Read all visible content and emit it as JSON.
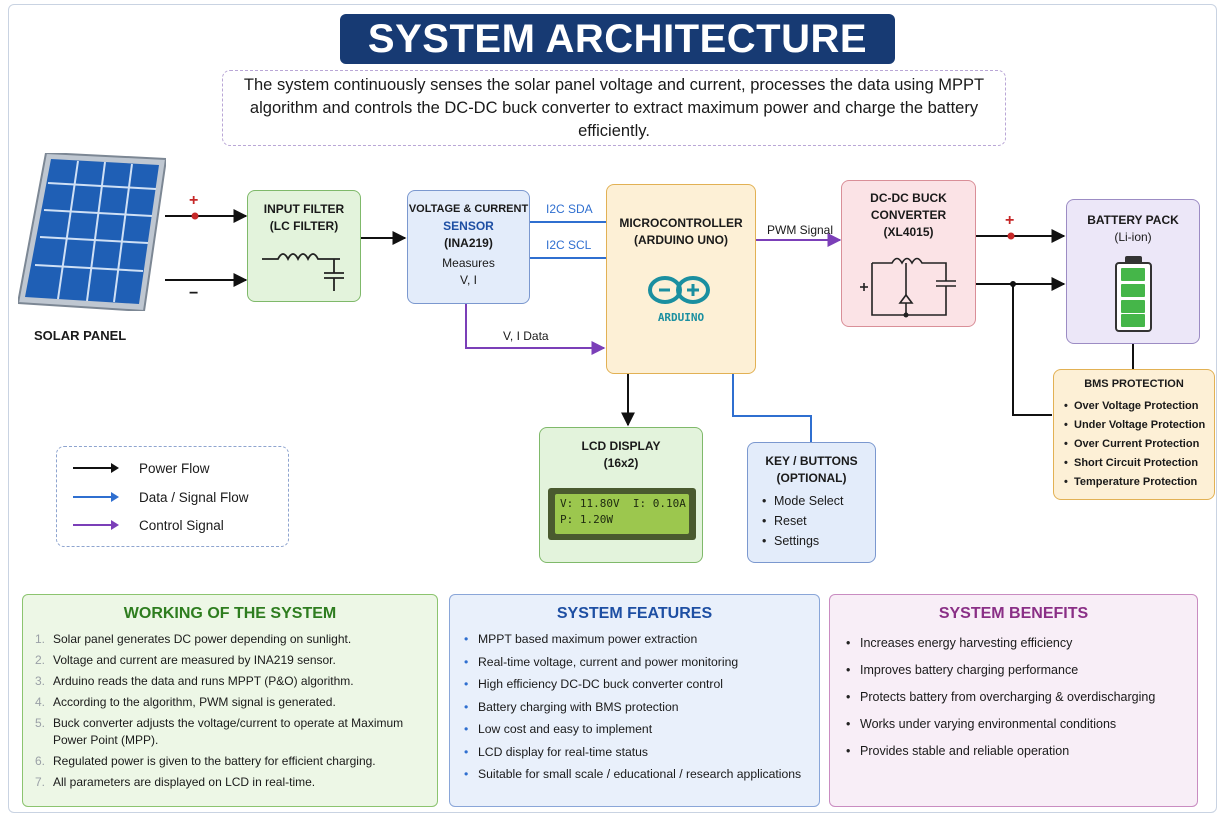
{
  "title": "SYSTEM ARCHITECTURE",
  "description": "The system continuously senses the solar panel voltage and current, processes the data using MPPT algorithm and controls the DC-DC buck converter to extract maximum power and charge the battery efficiently.",
  "solar_panel": {
    "label": "SOLAR PANEL",
    "plus": "+",
    "minus": "−"
  },
  "input_filter": {
    "line1": "INPUT FILTER",
    "line2": "(LC FILTER)"
  },
  "sensor": {
    "line1": "VOLTAGE & CURRENT",
    "line2": "SENSOR",
    "line3": "(INA219)",
    "measures": "Measures",
    "vi": "V, I"
  },
  "signals": {
    "sda": "I2C SDA",
    "scl": "I2C SCL",
    "vi_data": "V, I Data",
    "pwm": "PWM Signal"
  },
  "microcontroller": {
    "line1": "MICROCONTROLLER",
    "line2": "(ARDUINO UNO)",
    "logo_text": "ARDUINO"
  },
  "buck": {
    "line1": "DC-DC BUCK",
    "line2": "CONVERTER",
    "line3": "(XL4015)",
    "plus": "+"
  },
  "battery": {
    "line1": "BATTERY PACK",
    "line2": "(Li-ion)"
  },
  "bms": {
    "title": "BMS PROTECTION",
    "items": [
      "Over Voltage Protection",
      "Under Voltage Protection",
      "Over Current Protection",
      "Short Circuit Protection",
      "Temperature Protection"
    ]
  },
  "lcd": {
    "line1": "LCD DISPLAY",
    "line2": "(16x2)",
    "screen_line1": "V: 11.80V  I: 0.10A",
    "screen_line2": "P: 1.20W"
  },
  "keys": {
    "line1": "KEY / BUTTONS",
    "line2": "(OPTIONAL)",
    "items": [
      "Mode Select",
      "Reset",
      "Settings"
    ]
  },
  "legend": {
    "items": [
      {
        "label": "Power Flow",
        "color": "#111111"
      },
      {
        "label": "Data / Signal Flow",
        "color": "#2f6fd0"
      },
      {
        "label": "Control Signal",
        "color": "#7b3fb8"
      }
    ]
  },
  "working": {
    "title": "WORKING OF THE SYSTEM",
    "items": [
      "Solar panel generates DC power depending on sunlight.",
      "Voltage and current are measured by INA219 sensor.",
      "Arduino reads the data and runs MPPT (P&O) algorithm.",
      "According to the algorithm, PWM signal is generated.",
      "Buck converter adjusts the voltage/current to operate at Maximum Power Point (MPP).",
      "Regulated power is given to the battery for efficient charging.",
      "All parameters are displayed on LCD in real-time."
    ]
  },
  "features": {
    "title": "SYSTEM FEATURES",
    "items": [
      "MPPT based maximum power extraction",
      "Real-time voltage, current and power monitoring",
      "High efficiency DC-DC buck converter control",
      "Battery charging with BMS protection",
      "Low cost and easy to implement",
      "LCD display for real-time status",
      "Suitable for small scale / educational / research applications"
    ]
  },
  "benefits": {
    "title": "SYSTEM BENEFITS",
    "items": [
      "Increases energy harvesting efficiency",
      "Improves battery charging performance",
      "Protects battery from overcharging & overdischarging",
      "Works under varying environmental conditions",
      "Provides stable and reliable operation"
    ]
  },
  "colors": {
    "power": "#111111",
    "data": "#2f6fd0",
    "control": "#7b3fb8",
    "title_bg": "#173a73"
  }
}
